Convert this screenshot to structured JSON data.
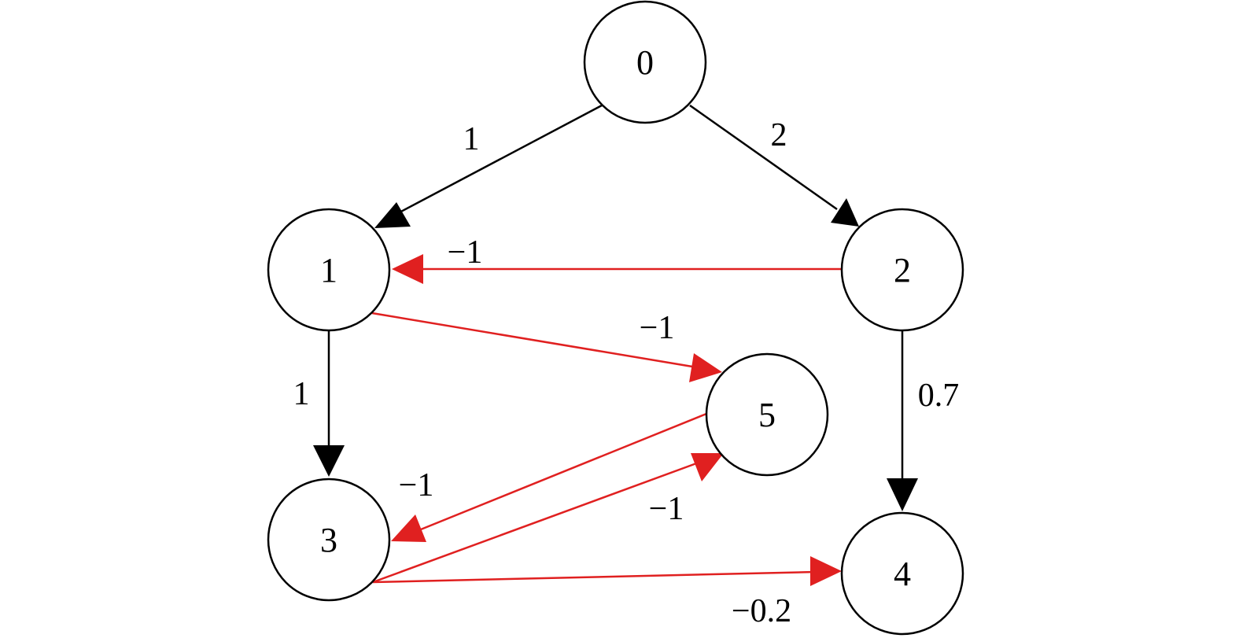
{
  "nodes": [
    {
      "id": "0",
      "label": "0"
    },
    {
      "id": "1",
      "label": "1"
    },
    {
      "id": "2",
      "label": "2"
    },
    {
      "id": "3",
      "label": "3"
    },
    {
      "id": "4",
      "label": "4"
    },
    {
      "id": "5",
      "label": "5"
    }
  ],
  "edges": [
    {
      "from": "0",
      "to": "1",
      "weight": "1",
      "color": "#000000"
    },
    {
      "from": "0",
      "to": "2",
      "weight": "2",
      "color": "#000000"
    },
    {
      "from": "2",
      "to": "1",
      "weight": "−1",
      "color": "#e02020"
    },
    {
      "from": "1",
      "to": "5",
      "weight": "−1",
      "color": "#e02020"
    },
    {
      "from": "1",
      "to": "3",
      "weight": "1",
      "color": "#000000"
    },
    {
      "from": "2",
      "to": "4",
      "weight": "0.7",
      "color": "#000000"
    },
    {
      "from": "5",
      "to": "3",
      "weight": "−1",
      "color": "#e02020"
    },
    {
      "from": "3",
      "to": "5",
      "weight": "−1",
      "color": "#e02020"
    },
    {
      "from": "3",
      "to": "4",
      "weight": "−0.2",
      "color": "#e02020"
    }
  ]
}
